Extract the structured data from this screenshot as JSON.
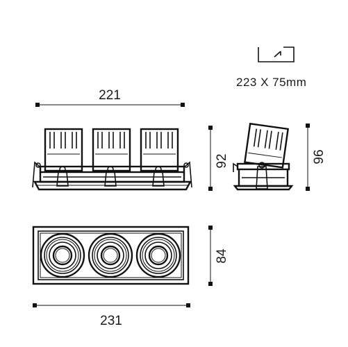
{
  "dimensions": {
    "top_width": "221",
    "front_height": "92",
    "side_height": "96",
    "plan_height": "84",
    "bottom_width": "231"
  },
  "cutout": {
    "label": "223 X 75mm"
  },
  "colors": {
    "line": "#111111",
    "background": "#ffffff"
  }
}
